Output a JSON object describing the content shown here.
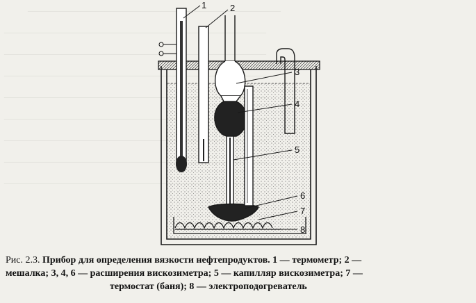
{
  "figure": {
    "labels": [
      "1",
      "2",
      "3",
      "4",
      "5",
      "6",
      "7",
      "8"
    ]
  },
  "caption": {
    "prefix": "Рис. 2.3.",
    "line1": "Прибор для определения вязкости нефтепродуктов. 1 — термометр; 2 —",
    "line2": "мешалка; 3, 4, 6 — расширения вискозиметра; 5 — капилляр вискозиметра; 7 —",
    "line3": "термостат (баня); 8 — электроподогреватель"
  }
}
